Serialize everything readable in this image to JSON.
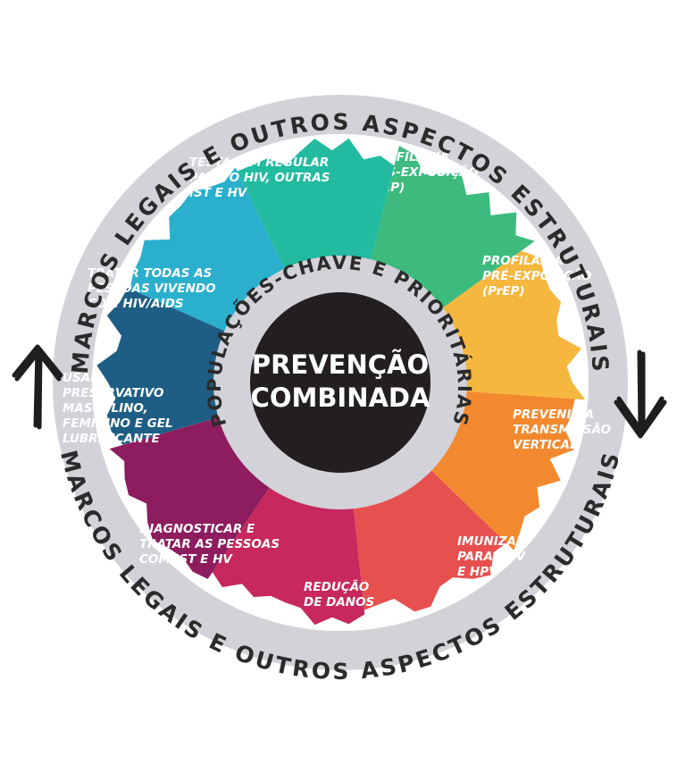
{
  "outer_ring": {
    "top_text": "MARCOS LEGAIS E OUTROS ASPECTOS ESTRUTURAIS",
    "bottom_text": "MARCOS LEGAIS E OUTROS ASPECTOS ESTRUTURAIS"
  },
  "inner_ring": {
    "text": "POPULAÇÕES-CHAVE E PRIORITÁRIAS"
  },
  "center": {
    "line1": "PREVENÇÃO",
    "line2": "COMBINADA"
  },
  "segments": [
    {
      "id": "pep",
      "color": "#3dbb7e",
      "lines": [
        "PROFILAXIA",
        "PÓS-EXPOSIÇÃO",
        "(PEP)"
      ]
    },
    {
      "id": "prep",
      "color": "#f6b73f",
      "lines": [
        "PROFILAXIA",
        "PRÉ-EXPOSIÇÃO",
        "(PrEP)"
      ]
    },
    {
      "id": "vertical",
      "color": "#f3892f",
      "lines": [
        "PREVENIR A",
        "TRANSMISSÃO",
        "VERTICAL"
      ]
    },
    {
      "id": "imunizar",
      "color": "#e6504e",
      "lines": [
        "IMUNIZAR",
        "PARA HBV",
        "E HPV"
      ]
    },
    {
      "id": "danos",
      "color": "#c7285d",
      "lines": [
        "REDUÇÃO",
        "DE DANOS"
      ]
    },
    {
      "id": "diagnosticar",
      "color": "#8d1d5e",
      "lines": [
        "DIAGNOSTICAR E",
        "TRATAR AS PESSOAS",
        "COM IST E HV"
      ]
    },
    {
      "id": "preservativo",
      "color": "#1f5e84",
      "lines": [
        "USAR",
        "PRESERVATIVO",
        "MASCULINO,",
        "FEMININO E GEL",
        "LUBRIFICANTE"
      ]
    },
    {
      "id": "tratar",
      "color": "#2ab0cd",
      "lines": [
        "TRATAR TODAS AS",
        "PESSOAS VIVENDO",
        "COM HIV/AIDS"
      ]
    },
    {
      "id": "testagem",
      "color": "#22bba0",
      "lines": [
        "TESTAGEM REGULAR",
        "PARA O HIV, OUTRAS",
        "IST E HV"
      ]
    }
  ],
  "colors": {
    "ring": "#d3d2d8",
    "center": "#231f20",
    "arrow": "#1e1e1e"
  },
  "icons": [
    "arrow-left-up-icon",
    "arrow-right-down-icon"
  ]
}
